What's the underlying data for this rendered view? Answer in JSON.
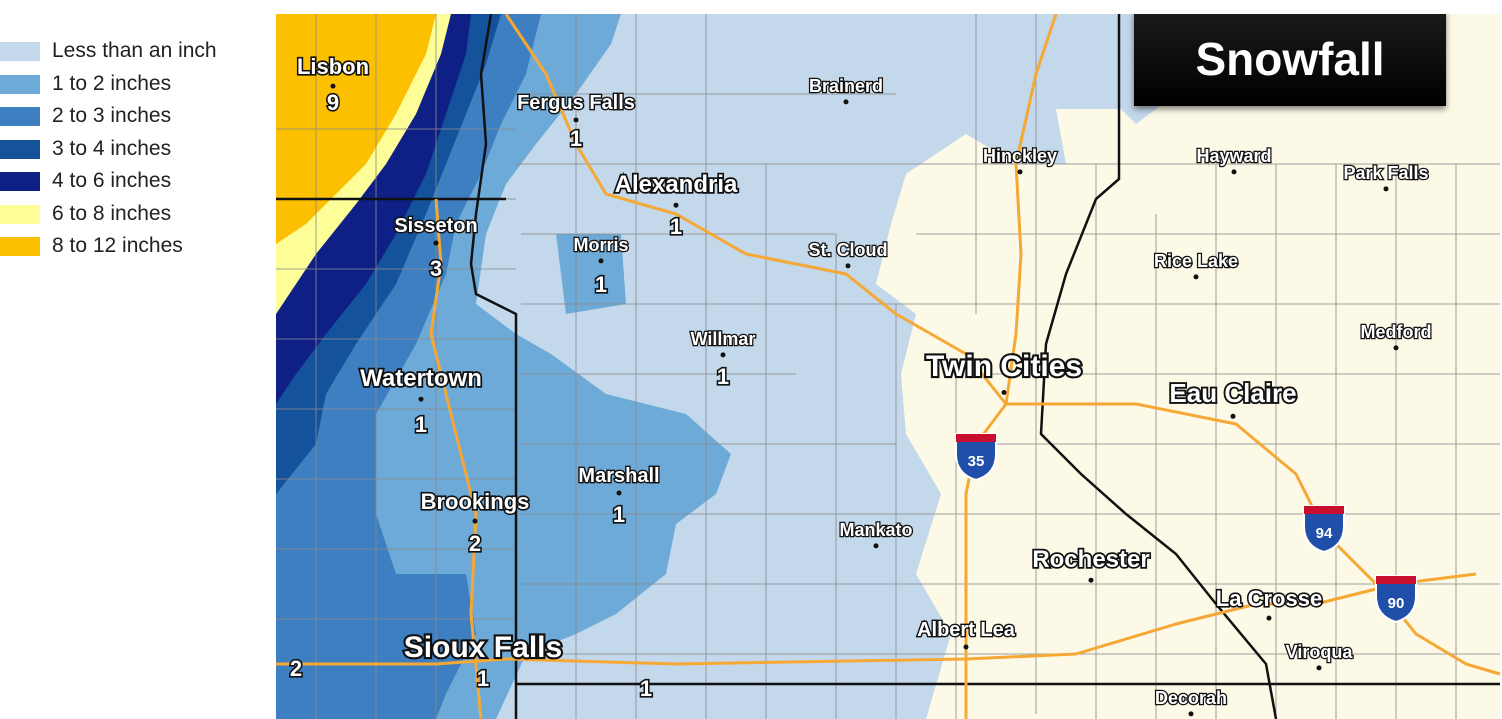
{
  "title": "Snowfall",
  "legend": [
    {
      "label": "Less than an inch",
      "color": "#c3d8ea"
    },
    {
      "label": "1 to 2 inches",
      "color": "#6eaad8"
    },
    {
      "label": "2 to 3 inches",
      "color": "#3d7fc0"
    },
    {
      "label": "3 to 4 inches",
      "color": "#14539b"
    },
    {
      "label": "4 to 6 inches",
      "color": "#0e1f86"
    },
    {
      "label": "6 to 8 inches",
      "color": "#fdfe98"
    },
    {
      "label": "8 to 12 inches",
      "color": "#fdc000"
    }
  ],
  "colors": {
    "no_snow": "#fdf9e7",
    "interstate": "#f6a835",
    "state_border": "#111111",
    "county_line": "#8a8a8a"
  },
  "cities": [
    {
      "name": "Lisbon",
      "amount": "9"
    },
    {
      "name": "Fergus Falls",
      "amount": "1"
    },
    {
      "name": "Brainerd",
      "amount": ""
    },
    {
      "name": "Alexandria",
      "amount": "1"
    },
    {
      "name": "Hinckley",
      "amount": ""
    },
    {
      "name": "Hayward",
      "amount": ""
    },
    {
      "name": "Park Falls",
      "amount": ""
    },
    {
      "name": "Sisseton",
      "amount": "3"
    },
    {
      "name": "Morris",
      "amount": "1"
    },
    {
      "name": "St. Cloud",
      "amount": ""
    },
    {
      "name": "Rice Lake",
      "amount": ""
    },
    {
      "name": "Willmar",
      "amount": "1"
    },
    {
      "name": "Medford",
      "amount": ""
    },
    {
      "name": "Watertown",
      "amount": "1"
    },
    {
      "name": "Twin Cities",
      "amount": ""
    },
    {
      "name": "Eau Claire",
      "amount": ""
    },
    {
      "name": "Marshall",
      "amount": "1"
    },
    {
      "name": "Brookings",
      "amount": "2"
    },
    {
      "name": "Mankato",
      "amount": ""
    },
    {
      "name": "Rochester",
      "amount": ""
    },
    {
      "name": "La Crosse",
      "amount": ""
    },
    {
      "name": "Albert Lea",
      "amount": ""
    },
    {
      "name": "Sioux Falls",
      "amount": "1"
    },
    {
      "name": "Viroqua",
      "amount": ""
    },
    {
      "name": "Decorah",
      "amount": ""
    }
  ],
  "extra_amounts": [
    "2",
    "1"
  ],
  "interstate_shields": [
    "35",
    "94",
    "90"
  ]
}
